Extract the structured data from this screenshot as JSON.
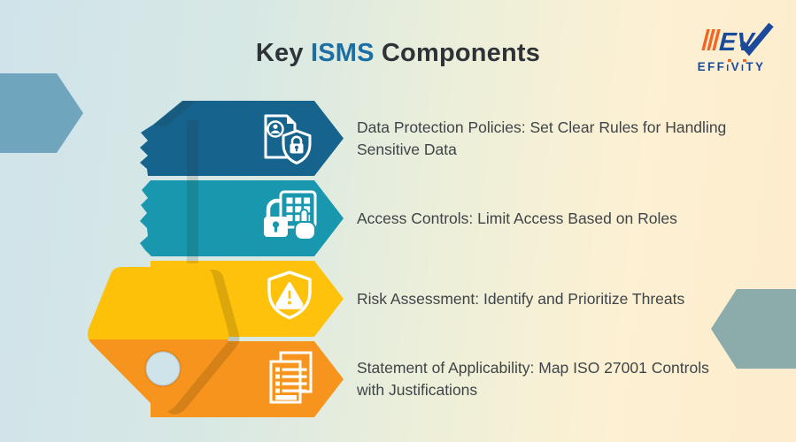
{
  "title": {
    "pre": "Key ",
    "highlight": "ISMS",
    "post": " Components"
  },
  "brand": {
    "name": "EFFIVITY",
    "monogram": "EV",
    "name_parts": [
      "EFF",
      "I",
      "V",
      "I",
      "TY"
    ]
  },
  "rows": [
    {
      "icon": "document-user-shield",
      "color": "#16648E",
      "text": "Data Protection Policies: Set Clear Rules for Handling Sensitive Data"
    },
    {
      "icon": "keypad-lock-hand",
      "color": "#1897AE",
      "text": "Access Controls: Limit Access Based on Roles"
    },
    {
      "icon": "shield-warning",
      "color": "#FEC20D",
      "text": "Risk Assessment: Identify and Prioritize Threats"
    },
    {
      "icon": "stacked-documents",
      "color": "#F7941E",
      "text": "Statement of Applicability: Map ISO 27001 Controls with Justifications"
    }
  ],
  "key_graphic": {
    "head_top_color": "#FDC10A",
    "head_bottom_color": "#F7941E",
    "hole_color": "#CFE3EA"
  },
  "decor": {
    "left_arrow_color": "#6FA6BE",
    "right_arrow_color": "#8BACAB"
  },
  "theme": {
    "background_left": "#D0E3EA",
    "background_right": "#FDECCD",
    "title_color": "#2E3338",
    "title_highlight": "#1B6FA5",
    "body_text_color": "#3F4448",
    "brand_blue": "#1B4A9B",
    "brand_orange": "#F26522"
  }
}
